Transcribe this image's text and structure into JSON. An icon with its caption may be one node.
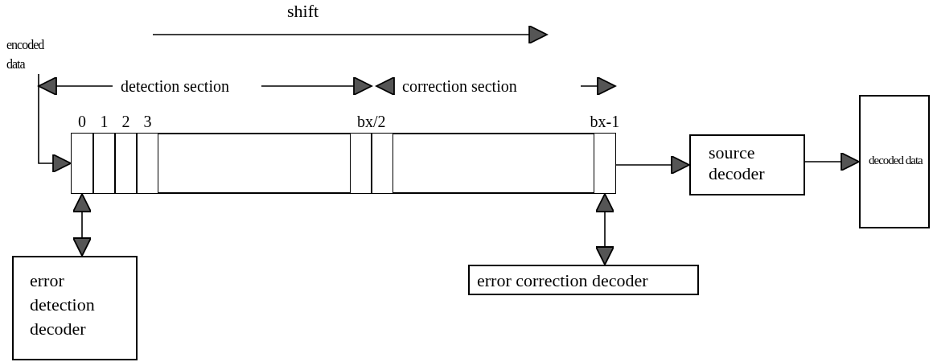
{
  "diagram": {
    "nodes": [
      {
        "text": [
          "encoded data"
        ]
      },
      {
        "text": [],
        "shape": "box"
      },
      {
        "text": [],
        "shape": "box",
        "in": 1,
        "beside": [
          "0"
        ]
      },
      {
        "text": [],
        "shape": "box",
        "in": 1,
        "beside": [
          "1"
        ]
      },
      {
        "text": [],
        "shape": "box",
        "in": 1,
        "beside": [
          "2"
        ]
      },
      {
        "text": [],
        "shape": "box",
        "in": 1,
        "beside": [
          "3"
        ]
      },
      {
        "text": [],
        "shape": "box",
        "in": 1
      },
      {
        "text": [],
        "shape": "box",
        "in": 1
      },
      {
        "text": [],
        "shape": "box",
        "in": 1,
        "beside": [
          "bx-1"
        ]
      },
      {
        "text": [
          "source decoder"
        ]
      },
      {
        "text": [
          "decoded data"
        ]
      },
      {
        "text": [
          "error detection decoder"
        ]
      },
      {
        "text": [
          "error correction decoder"
        ]
      }
    ],
    "edges": [
      {
        "from": 0,
        "to": 2,
        "arrow": "to"
      },
      {
        "from": 8,
        "to": 9,
        "arrow": "to"
      },
      {
        "from": 9,
        "to": 10,
        "arrow": "to"
      },
      {
        "from": 11,
        "to": 2,
        "arrow": "both"
      },
      {
        "from": 12,
        "to": 8,
        "arrow": "both"
      }
    ],
    "labels": [
      "shift",
      "detection section",
      "correction section",
      "bx/2"
    ]
  }
}
